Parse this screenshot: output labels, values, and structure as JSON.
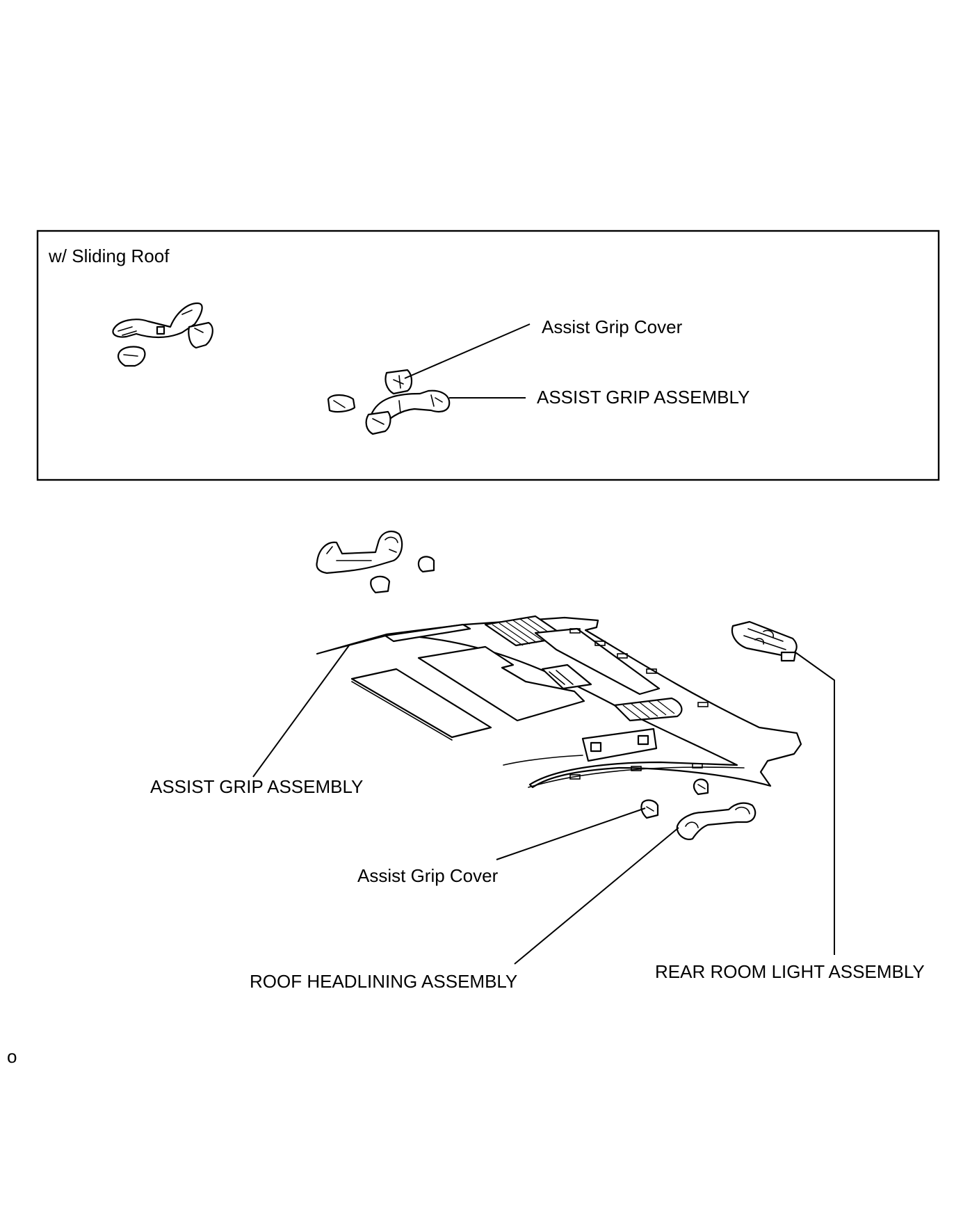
{
  "inset": {
    "title": "w/ Sliding Roof",
    "labels": {
      "assist_grip_cover": "Assist Grip Cover",
      "assist_grip_assembly": "ASSIST GRIP ASSEMBLY"
    }
  },
  "main": {
    "labels": {
      "assist_grip_assembly": "ASSIST GRIP ASSEMBLY",
      "assist_grip_cover": "Assist Grip Cover",
      "roof_headlining_assembly": "ROOF HEADLINING ASSEMBLY",
      "rear_room_light_assembly": "REAR ROOM LIGHT ASSEMBLY"
    }
  },
  "footer": {
    "mark": "o"
  }
}
